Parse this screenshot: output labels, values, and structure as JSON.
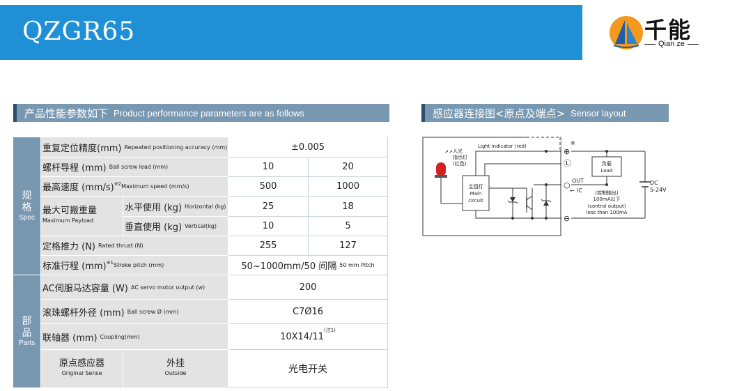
{
  "header": {
    "title": "QZGR65",
    "logo_cn": "千能",
    "logo_en": "Qian ze"
  },
  "sections": {
    "spec": {
      "cn": "产品性能参数如下",
      "en": "Product performance parameters are as follows"
    },
    "sensor": {
      "cn": "感应器连接图<原点及端点>",
      "en": "Sensor layout"
    }
  },
  "groups": {
    "spec": {
      "c1": "规",
      "c2": "格",
      "en": "Spec"
    },
    "parts": {
      "c1": "部",
      "c2": "品",
      "en": "Parts"
    }
  },
  "rows": {
    "repeat": {
      "cn": "重复定位精度(mm)",
      "en": "Repeated positioning accuracy (mm)",
      "value": "±0.005"
    },
    "lead": {
      "cn": "螺杆导程 (mm)",
      "en": "Ball screw lead (mm)",
      "v1": "10",
      "v2": "20"
    },
    "speed": {
      "cn": "最高速度 (mm/s)",
      "note": "※2",
      "en": "Maximum speed (mm/s)",
      "v1": "500",
      "v2": "1000"
    },
    "payload": {
      "cn": "最大可搬重量",
      "en": "Maximum Payload",
      "horizontal": {
        "cn": "水平使用 (kg)",
        "en": "Horizontal (kg)",
        "v1": "25",
        "v2": "18"
      },
      "vertical": {
        "cn": "垂直使用 (kg)",
        "en": "Vertical(kg)",
        "v1": "10",
        "v2": "5"
      }
    },
    "thrust": {
      "cn": "定格推力 (N)",
      "en": "Rated thrust (N)",
      "v1": "255",
      "v2": "127"
    },
    "stroke": {
      "cn": "标准行程 (mm)",
      "note": "※1",
      "en": "Stroke pitch (mm)",
      "value": "50~1000mm/50 间隔",
      "value_en": "50 mm Pitch"
    },
    "motor": {
      "cn": "AC伺服马达容量 (W)",
      "en": "AC servo motor output (w)",
      "value": "200"
    },
    "screw": {
      "cn": "滚珠螺杆外径 (mm)",
      "en": "Ball screw Ø (mm)",
      "value": "C7Ø16"
    },
    "coupling": {
      "cn": "联轴器 (mm)",
      "en": "Coupling(mm)",
      "value": "10X14/11",
      "note": "(注1)"
    },
    "origin": {
      "cn": "原点感应器",
      "en": "Original Sense",
      "mount_cn": "外挂",
      "mount_en": "Outside",
      "value": "光电开关"
    }
  },
  "diagram": {
    "light_indicator": "Light indicator (red)",
    "incident_cn1": "入光",
    "incident_cn2": "指示灯",
    "incident_cn3": "(红色)",
    "main_cn": "主回灯",
    "main_en1": "Main",
    "main_en2": "circuit",
    "load_cn": "负载",
    "load_en": "Load",
    "out": "OUT",
    "ic": "IC",
    "ctrl_cn1": "(控制输出)",
    "ctrl_cn2": "100mA以下",
    "ctrl_en1": "(control output)",
    "ctrl_en2": "less than 100mA",
    "dc": "DC",
    "dc_range": "5-24V",
    "note": "※",
    "plus": "⊕",
    "l": "Ⓛ",
    "minus": "⊖"
  }
}
